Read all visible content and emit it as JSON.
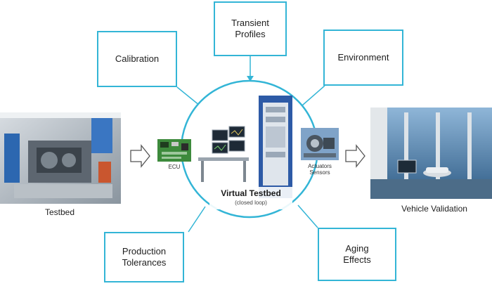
{
  "center": {
    "title": "Virtual Testbed",
    "subtitle": "(closed loop)"
  },
  "inputs": [
    {
      "id": "calibration",
      "label": "Calibration"
    },
    {
      "id": "transient",
      "label": "Transient\nProfiles"
    },
    {
      "id": "environment",
      "label": "Environment"
    },
    {
      "id": "production",
      "label": "Production\nTolerances"
    },
    {
      "id": "aging",
      "label": "Aging\nEffects"
    }
  ],
  "side": {
    "left_caption": "Testbed",
    "right_caption": "Vehicle Validation",
    "ecu_label": "ECU",
    "actuators_label": "Actuators\nSensors"
  },
  "colors": {
    "accent": "#33b5d6",
    "arrow_fill": "#ffffff",
    "arrow_stroke": "#555555"
  }
}
